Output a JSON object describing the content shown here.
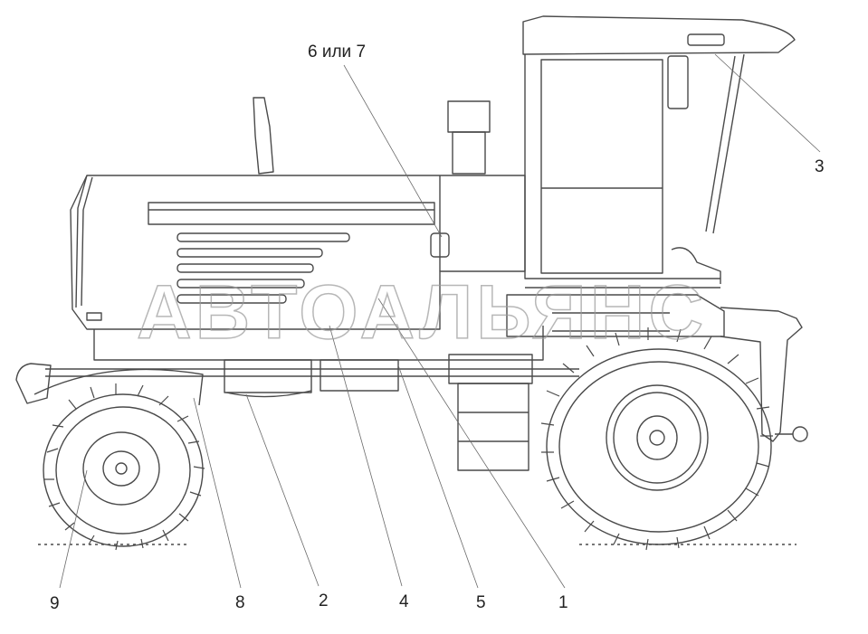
{
  "diagram": {
    "callouts": {
      "c1": "1",
      "c2": "2",
      "c3": "3",
      "c4": "4",
      "c5": "5",
      "c6": "6 или 7",
      "c8": "8",
      "c9": "9"
    },
    "watermark": "АВТОАЛЬЯНС",
    "line_color": "#4a4a4a",
    "leader_color": "#6a6a6a"
  }
}
